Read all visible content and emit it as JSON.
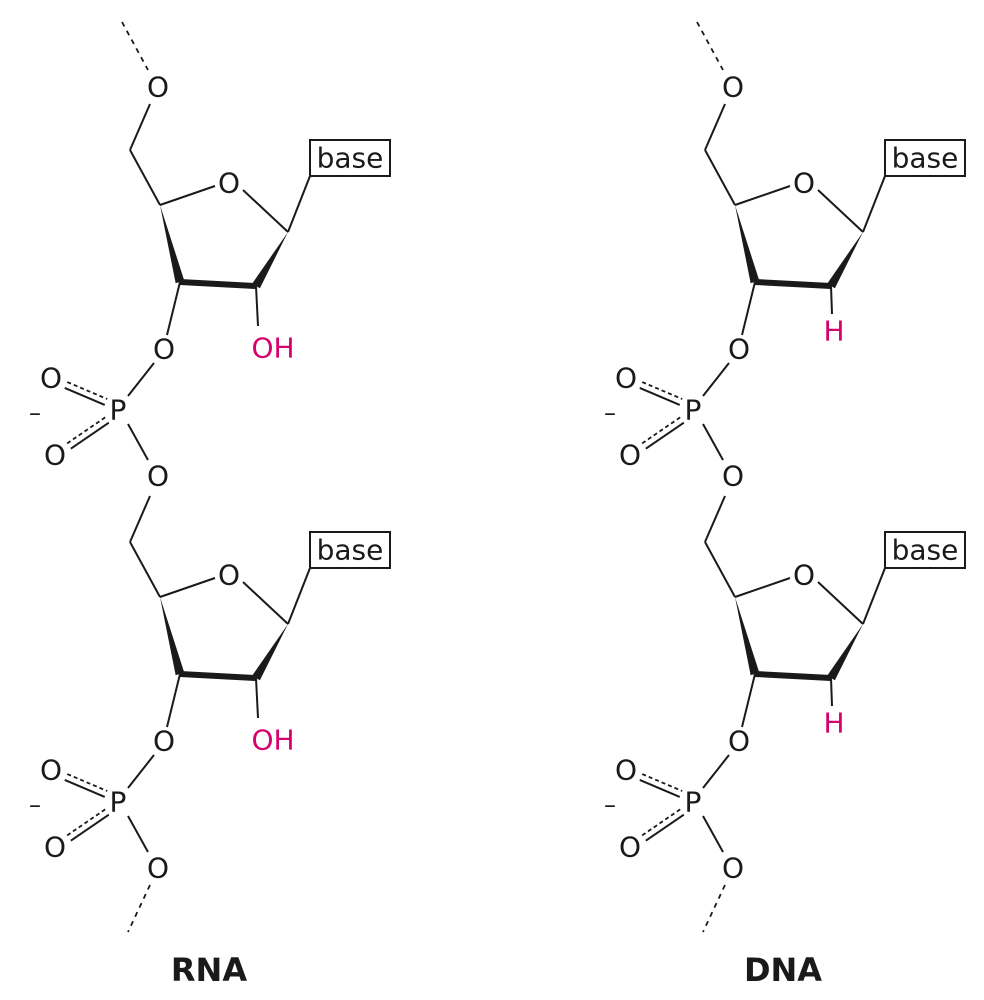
{
  "colors": {
    "ink": "#1a1a1a",
    "highlight": "#d6006f"
  },
  "labels": {
    "oxygen": "O",
    "phosphorus": "P",
    "negative_charge": "–",
    "base": "base"
  },
  "strands": [
    {
      "name": "RNA",
      "sugar_2prime_group": "OH",
      "units": 2
    },
    {
      "name": "DNA",
      "sugar_2prime_group": "H",
      "units": 2
    }
  ]
}
